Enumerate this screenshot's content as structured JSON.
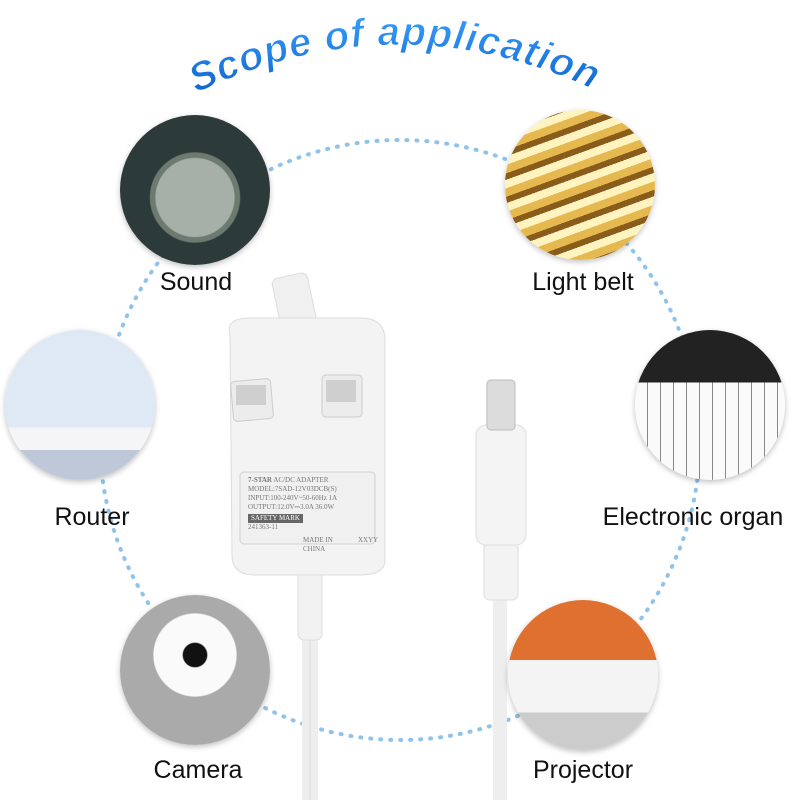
{
  "title": "Scope of application",
  "applications": [
    {
      "label": "Sound",
      "icon": "speaker-photo"
    },
    {
      "label": "Light belt",
      "icon": "led-strip-photo"
    },
    {
      "label": "Router",
      "icon": "router-photo"
    },
    {
      "label": "Electronic organ",
      "icon": "keyboard-photo"
    },
    {
      "label": "Camera",
      "icon": "security-camera-photo"
    },
    {
      "label": "Projector",
      "icon": "projector-photo"
    }
  ],
  "adapter_label": {
    "brand": "7-STAR",
    "line1": "AC/DC ADAPTER",
    "model": "MODEL:7SAD-12V03DCB(S)",
    "input": "INPUT:100-240V~50-60Hz 1A",
    "output": "OUTPUT:12.0V⎓3.0A 36.0W",
    "safety": "SAFETY MARK",
    "cert": "241363-11",
    "made": "MADE IN CHINA",
    "code": "XXYY"
  },
  "colors": {
    "title": "#1a7fe3",
    "ring": "#8fc3ea"
  }
}
